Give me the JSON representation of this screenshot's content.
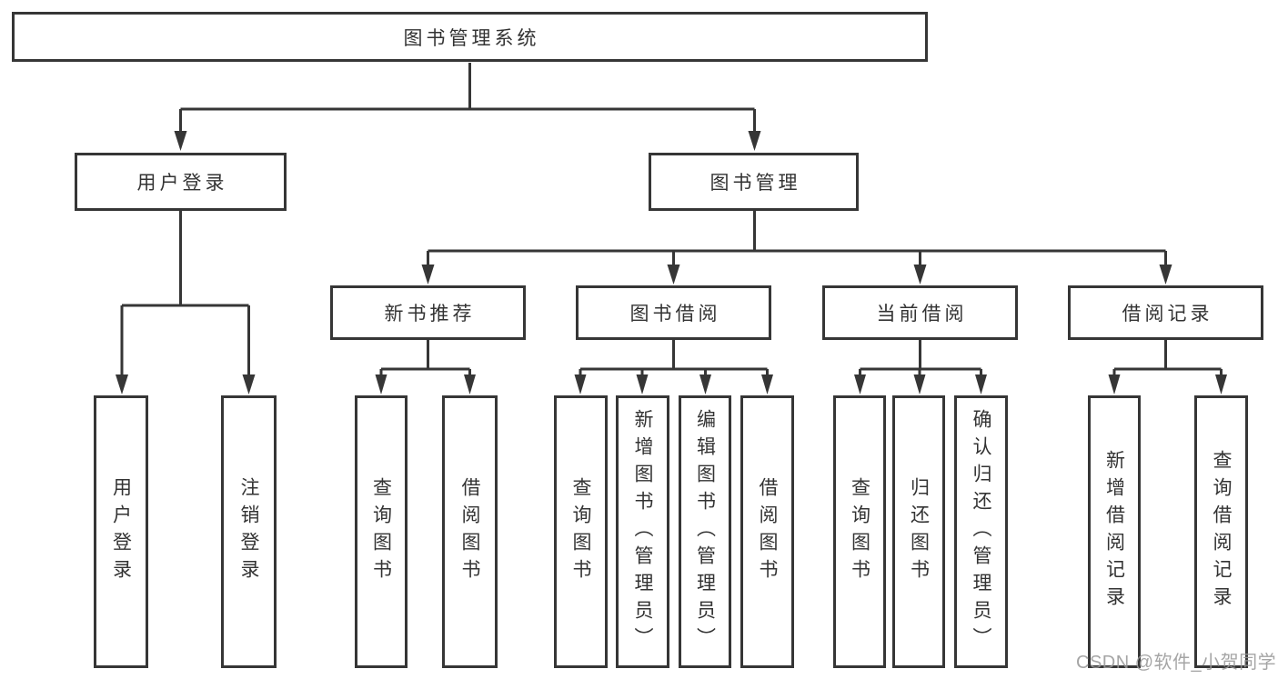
{
  "diagram": {
    "root": {
      "label": "图书管理系统",
      "children": [
        {
          "label": "用户登录",
          "children": [
            {
              "label": "用户登录"
            },
            {
              "label": "注销登录"
            }
          ]
        },
        {
          "label": "图书管理",
          "children": [
            {
              "label": "新书推荐",
              "children": [
                {
                  "label": "查询图书"
                },
                {
                  "label": "借阅图书"
                }
              ]
            },
            {
              "label": "图书借阅",
              "children": [
                {
                  "label": "查询图书"
                },
                {
                  "label": "新增图书（管理员）"
                },
                {
                  "label": "编辑图书（管理员）"
                },
                {
                  "label": "借阅图书"
                }
              ]
            },
            {
              "label": "当前借阅",
              "children": [
                {
                  "label": "查询图书"
                },
                {
                  "label": "归还图书"
                },
                {
                  "label": "确认归还（管理员）"
                }
              ]
            },
            {
              "label": "借阅记录",
              "children": [
                {
                  "label": "新增借阅记录"
                },
                {
                  "label": "查询借阅记录"
                }
              ]
            }
          ]
        }
      ]
    },
    "colors": {
      "line": "#363636",
      "text": "#333333",
      "background": "#ffffff",
      "watermark": "#989898"
    }
  },
  "watermark": {
    "text": "CSDN @软件_小贺同学"
  }
}
